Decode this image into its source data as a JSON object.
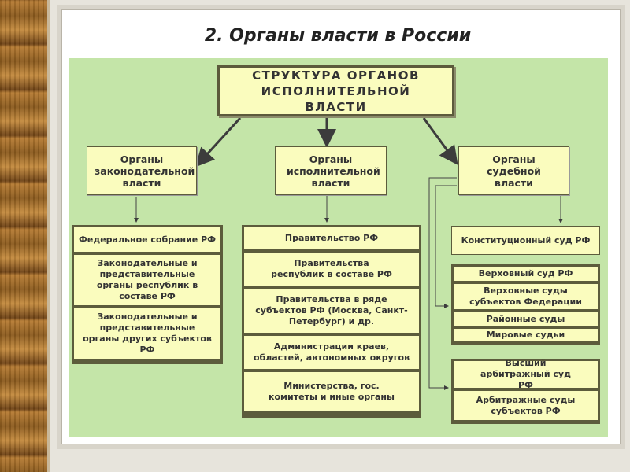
{
  "slide_title": "2. Органы власти в России",
  "head": {
    "label": "СТРУКТУРА ОРГАНОВ ИСПОЛНИТЕЛЬНОЙ ВЛАСТИ"
  },
  "categories": {
    "legislative": "Органы законодательной власти",
    "executive": "Органы исполнительной власти",
    "judicial": "Органы судебной власти"
  },
  "legislative_items": [
    "Федеральное собрание РФ",
    "Законодательные и представительные органы республик в составе РФ",
    "Законодательные и представительные органы других субъектов РФ"
  ],
  "executive_items": [
    "Правительство РФ",
    "Правительства республик в составе РФ",
    "Правительства в ряде субъектов РФ (Москва, Санкт-Петербург) и др.",
    "Администрации краев, областей, автономных округов",
    "Министерства, гос. комитеты и иные органы"
  ],
  "judicial": {
    "constitutional": "Конституционный суд РФ",
    "general_courts": [
      "Верховный суд РФ",
      "Верховные суды субъектов Федерации",
      "Районные суды",
      "Мировые судьи"
    ],
    "arbitration_courts": [
      "Высший арбитражный суд РФ",
      "Арбитражные суды субъектов РФ"
    ]
  },
  "colors": {
    "background_green": "#c4e5a8",
    "box_fill": "#fafcbe",
    "border": "#5c5c3c",
    "arrow": "#4a4a4a"
  }
}
